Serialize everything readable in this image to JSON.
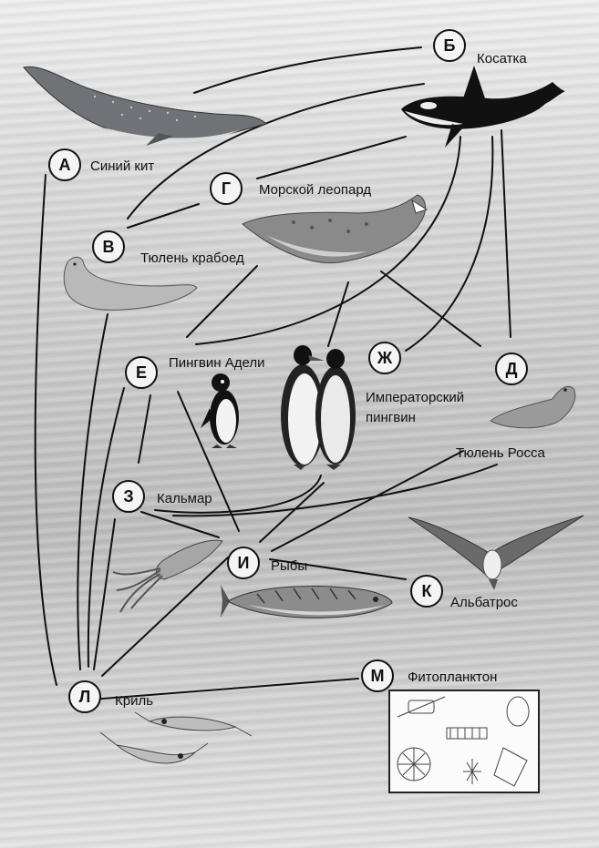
{
  "nodes": [
    {
      "id": "a",
      "letter": "А",
      "name": "Синий кит"
    },
    {
      "id": "b",
      "letter": "Б",
      "name": "Косатка"
    },
    {
      "id": "v",
      "letter": "В",
      "name": "Тюлень крабоед"
    },
    {
      "id": "g",
      "letter": "Г",
      "name": "Морской леопард"
    },
    {
      "id": "d",
      "letter": "Д",
      "name": "Тюлень Росса"
    },
    {
      "id": "e",
      "letter": "Е",
      "name": "Пингвин Адели"
    },
    {
      "id": "zh",
      "letter": "Ж",
      "name": "Императорский пингвин"
    },
    {
      "id": "z",
      "letter": "З",
      "name": "Кальмар"
    },
    {
      "id": "i",
      "letter": "И",
      "name": "Рыбы"
    },
    {
      "id": "k",
      "letter": "К",
      "name": "Альбатрос"
    },
    {
      "id": "l",
      "letter": "Л",
      "name": "Криль"
    },
    {
      "id": "m",
      "letter": "М",
      "name": "Фитопланктон"
    }
  ],
  "colors": {
    "line": "#111111",
    "circle_fill": "#f4f4f4",
    "text": "#111111"
  }
}
